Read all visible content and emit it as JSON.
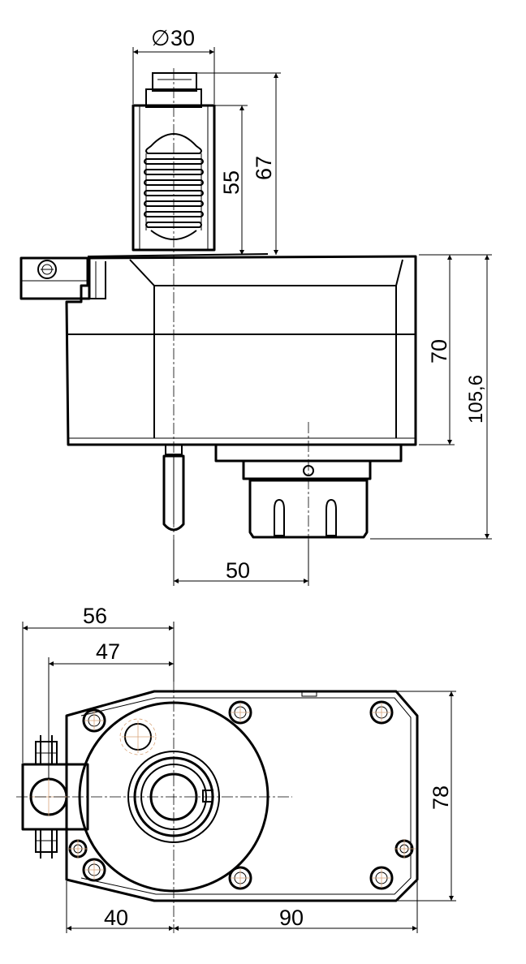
{
  "dimensions": {
    "d30": "30",
    "d55": "55",
    "d67": "67",
    "d70": "70",
    "d105_6": "105,6",
    "d50": "50",
    "d56": "56",
    "d47": "47",
    "d78": "78",
    "d40": "40",
    "d90": "90"
  },
  "symbols": {
    "diameter": "∅"
  },
  "colors": {
    "line": "#000000",
    "center_cross": "#d9a57a",
    "background": "#ffffff"
  }
}
